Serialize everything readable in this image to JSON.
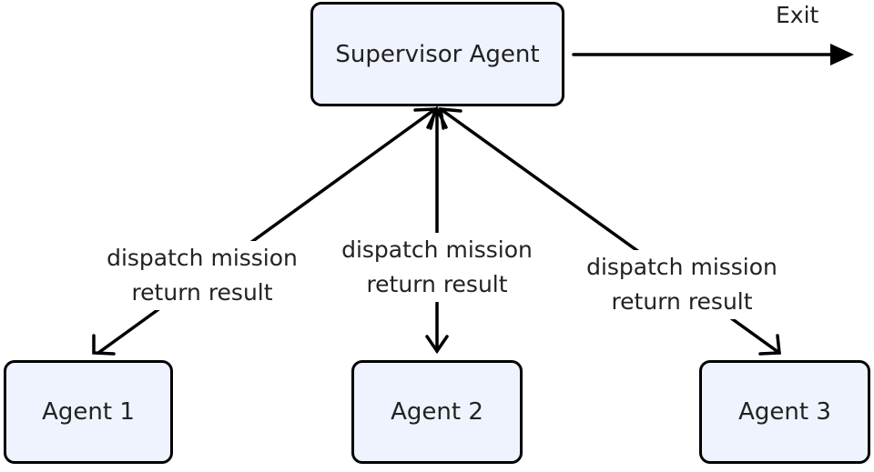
{
  "nodes": {
    "supervisor": "Supervisor Agent",
    "agent1": "Agent 1",
    "agent2": "Agent 2",
    "agent3": "Agent 3"
  },
  "edges": [
    {
      "line1": "dispatch mission",
      "line2": "return result"
    },
    {
      "line1": "dispatch mission",
      "line2": "return result"
    },
    {
      "line1": "dispatch mission",
      "line2": "return result"
    }
  ],
  "exit_label": "Exit",
  "colors": {
    "node_fill": "#eef3fd",
    "stroke": "#000000",
    "text": "#222222"
  }
}
